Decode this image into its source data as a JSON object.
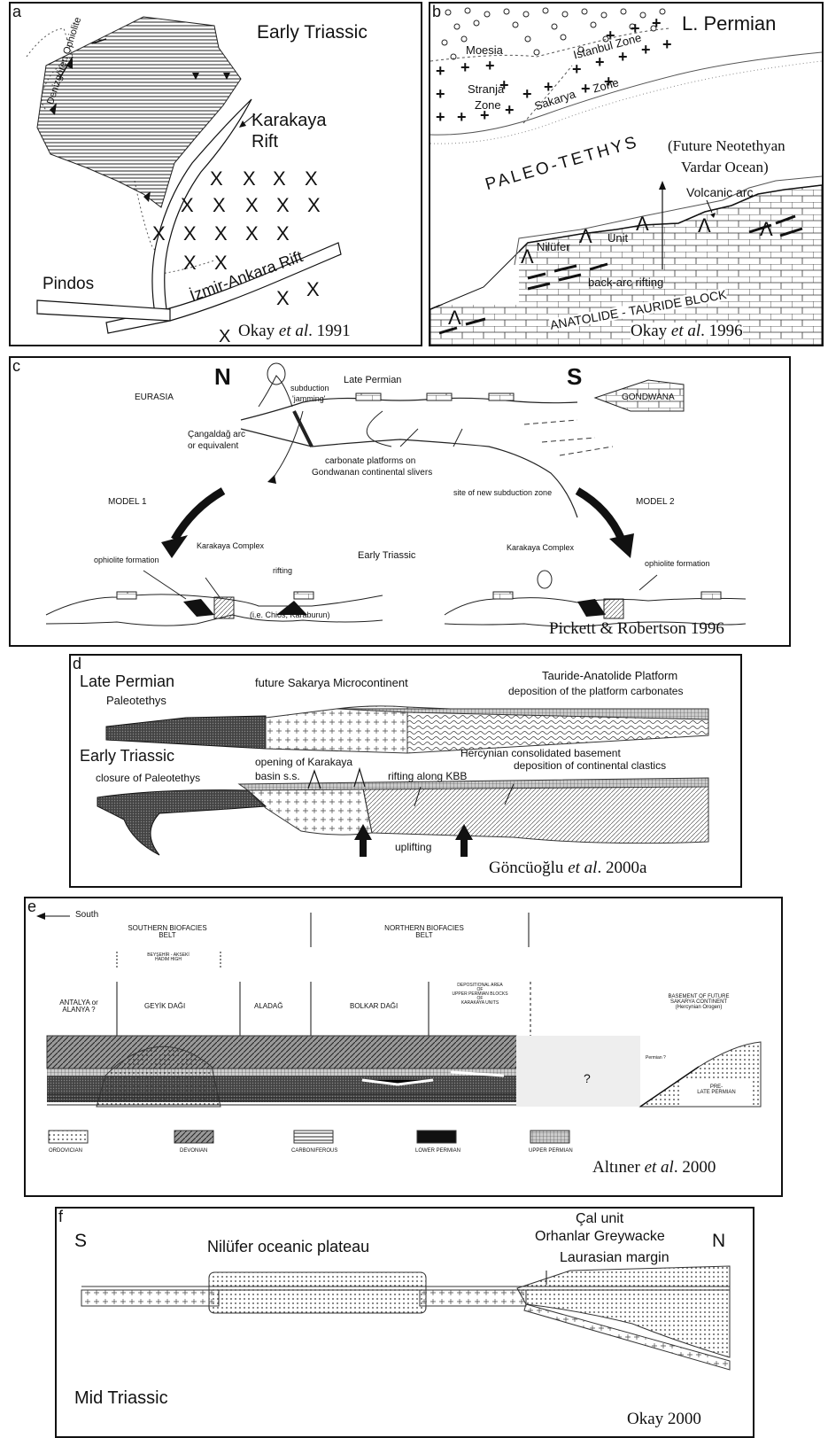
{
  "panel_a": {
    "letter": "a",
    "title": "Early Triassic",
    "rift1": "Karakaya",
    "rift2": "Rift",
    "ophiolite": "Denizgören Ophiolite",
    "izmir": "İzmir-Ankara Rift",
    "pindos": "Pindos",
    "cite_author": "Okay ",
    "cite_etal": "et al",
    "cite_year": ". 1991"
  },
  "panel_b": {
    "letter": "b",
    "title": "L. Permian",
    "moesia": "Moesia",
    "istanbul": "Istanbul Zone",
    "stranja1": "Stranja",
    "stranja2": "Zone",
    "sakarya": "Sakarya",
    "zone": "Zone",
    "paleo": "PALEO-TETHYS",
    "future1": "(Future Neotethyan",
    "future2": "Vardar Ocean)",
    "volcanic": "Volcanic arc",
    "nilufer": "Nilüfer",
    "unit": "Unit",
    "backarc": "back-arc rifting",
    "anatolide": "ANATOLIDE - TAURIDE BLOCK",
    "cite_author": "Okay ",
    "cite_etal": "et al",
    "cite_year": ". 1996"
  },
  "panel_c": {
    "letter": "c",
    "north": "N",
    "south": "S",
    "eurasia": "EURASIA",
    "gondwana": "GONDWANA",
    "late_permian": "Late Permian",
    "subduction1": "subduction",
    "subduction2": "'jamming'",
    "cangaldag1": "Çangaldağ arc",
    "cangaldag2": "or equivalent",
    "carbonate1": "carbonate platforms on",
    "carbonate2": "Gondwanan continental slivers",
    "new_subduction": "site of new subduction zone",
    "model1": "MODEL 1",
    "model2": "MODEL 2",
    "early_triassic": "Early Triassic",
    "karakaya1": "Karakaya Complex",
    "karakaya2": "Karakaya Complex",
    "ophiolite1": "ophiolite formation",
    "ophiolite2": "ophiolite formation",
    "rifting": "rifting",
    "chios": "(i.e. Chios, Karaburun)",
    "cite": "Pickett & Robertson 1996"
  },
  "panel_d": {
    "letter": "d",
    "late_permian": "Late Permian",
    "paleotethys": "Paleotethys",
    "sakarya": "future Sakarya Microcontinent",
    "tauride1": "Tauride-Anatolide Platform",
    "tauride2": "deposition of the platform carbonates",
    "hercynian": "Hercynian consolidated basement",
    "early_triassic": "Early Triassic",
    "closure": "closure of Paleotethys",
    "opening1": "opening of Karakaya",
    "opening2": "basin s.s.",
    "rifting": "rifting along KBB",
    "continental": "deposition of continental clastics",
    "uplifting": "uplifting",
    "cite_author": "Göncüoğlu ",
    "cite_etal": "et al",
    "cite_year": ". 2000a"
  },
  "panel_e": {
    "letter": "e",
    "south": "South",
    "southern1": "SOUTHERN BIOFACIES",
    "southern2": "BELT",
    "northern1": "NORTHERN BIOFACIES",
    "northern2": "BELT",
    "beysehir1": "BEYŞEHİR - AKSEKİ",
    "beysehir2": "HADIM HIGH",
    "antalya1": "ANTALYA or",
    "antalya2": "ALANYA ?",
    "geyik": "GEYİK DAĞI",
    "aladag": "ALADAĞ",
    "bolkar": "BOLKAR DAĞI",
    "depo1": "DEPOSITIONAL AREA",
    "depo2": "OF",
    "depo3": "UPPER PERMIAN BLOCKS",
    "depo4": "OF",
    "depo5": "KARAKAYA UNITS",
    "basement1": "BASEMENT OF FUTURE",
    "basement2": "SAKARYA CONTINENT",
    "basement3": "(Hercynian Orogen)",
    "permian": "Permian ?",
    "pre1": "PRE-",
    "pre2": "LATE PERMIAN",
    "question": "?",
    "legend": [
      "ORDOVICIAN",
      "DEVONIAN",
      "CARBONIFEROUS",
      "LOWER PERMIAN",
      "UPPER PERMIAN"
    ],
    "cite_author": "Altıner ",
    "cite_etal": "et al",
    "cite_year": ". 2000"
  },
  "panel_f": {
    "letter": "f",
    "south": "S",
    "north": "N",
    "nilufer": "Nilüfer oceanic plateau",
    "cal": "Çal unit",
    "orhanlar": "Orhanlar Greywacke",
    "laurasian": "Laurasian margin",
    "mid_triassic": "Mid Triassic",
    "cite": "Okay 2000"
  }
}
